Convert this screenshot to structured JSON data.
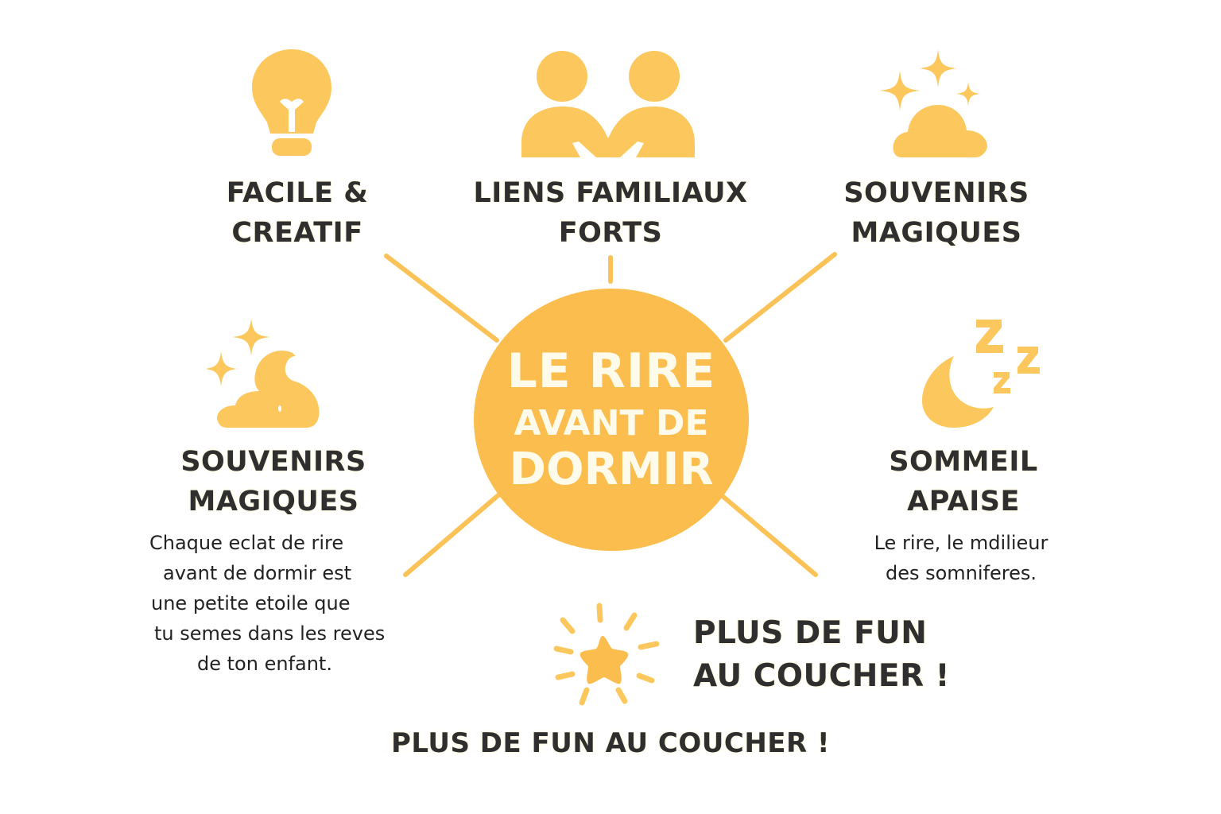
{
  "colors": {
    "accent": "#fbbd4d",
    "icon": "#fcc85e",
    "hub_text": "#fffbea",
    "label_text": "#2f2f2f",
    "background": "#ffffff"
  },
  "hub": {
    "line1": "LE RIRE",
    "line2": "AVANT DE",
    "line3": "DORMIR"
  },
  "nodes": [
    {
      "id": "top-left",
      "icon": "lightbulb-icon",
      "title_lines": [
        "FACILE &",
        "CREATIF"
      ]
    },
    {
      "id": "top-center",
      "icon": "two-people-holding-hands-icon",
      "title_lines": [
        "LIENS FAMILIAUX",
        "FORTS"
      ]
    },
    {
      "id": "top-right",
      "icon": "cloud-sparkles-icon",
      "title_lines": [
        "SOUVENIRS",
        "MAGIQUES"
      ]
    },
    {
      "id": "middle-left",
      "icon": "cloud-moon-sparkles-icon",
      "title_lines": [
        "SOUVENIRS",
        "MAGIQUES"
      ],
      "description_lines": [
        "Chaque eclat de rire",
        "avant de dormir est",
        "une petite etoile que",
        "tu semes dans les reves",
        "de ton enfant."
      ]
    },
    {
      "id": "middle-right",
      "icon": "moon-zzz-icon",
      "title_lines": [
        "SOMMEIL",
        "APAISE"
      ],
      "description_lines": [
        "Le rire, le mdilieur",
        "des somniferes."
      ]
    },
    {
      "id": "bottom-center",
      "icon": "shining-star-icon",
      "title_lines": [
        "PLUS DE FUN",
        "AU COUCHER !"
      ]
    }
  ],
  "footer": {
    "tagline": "PLUS DE FUN AU COUCHER !"
  }
}
